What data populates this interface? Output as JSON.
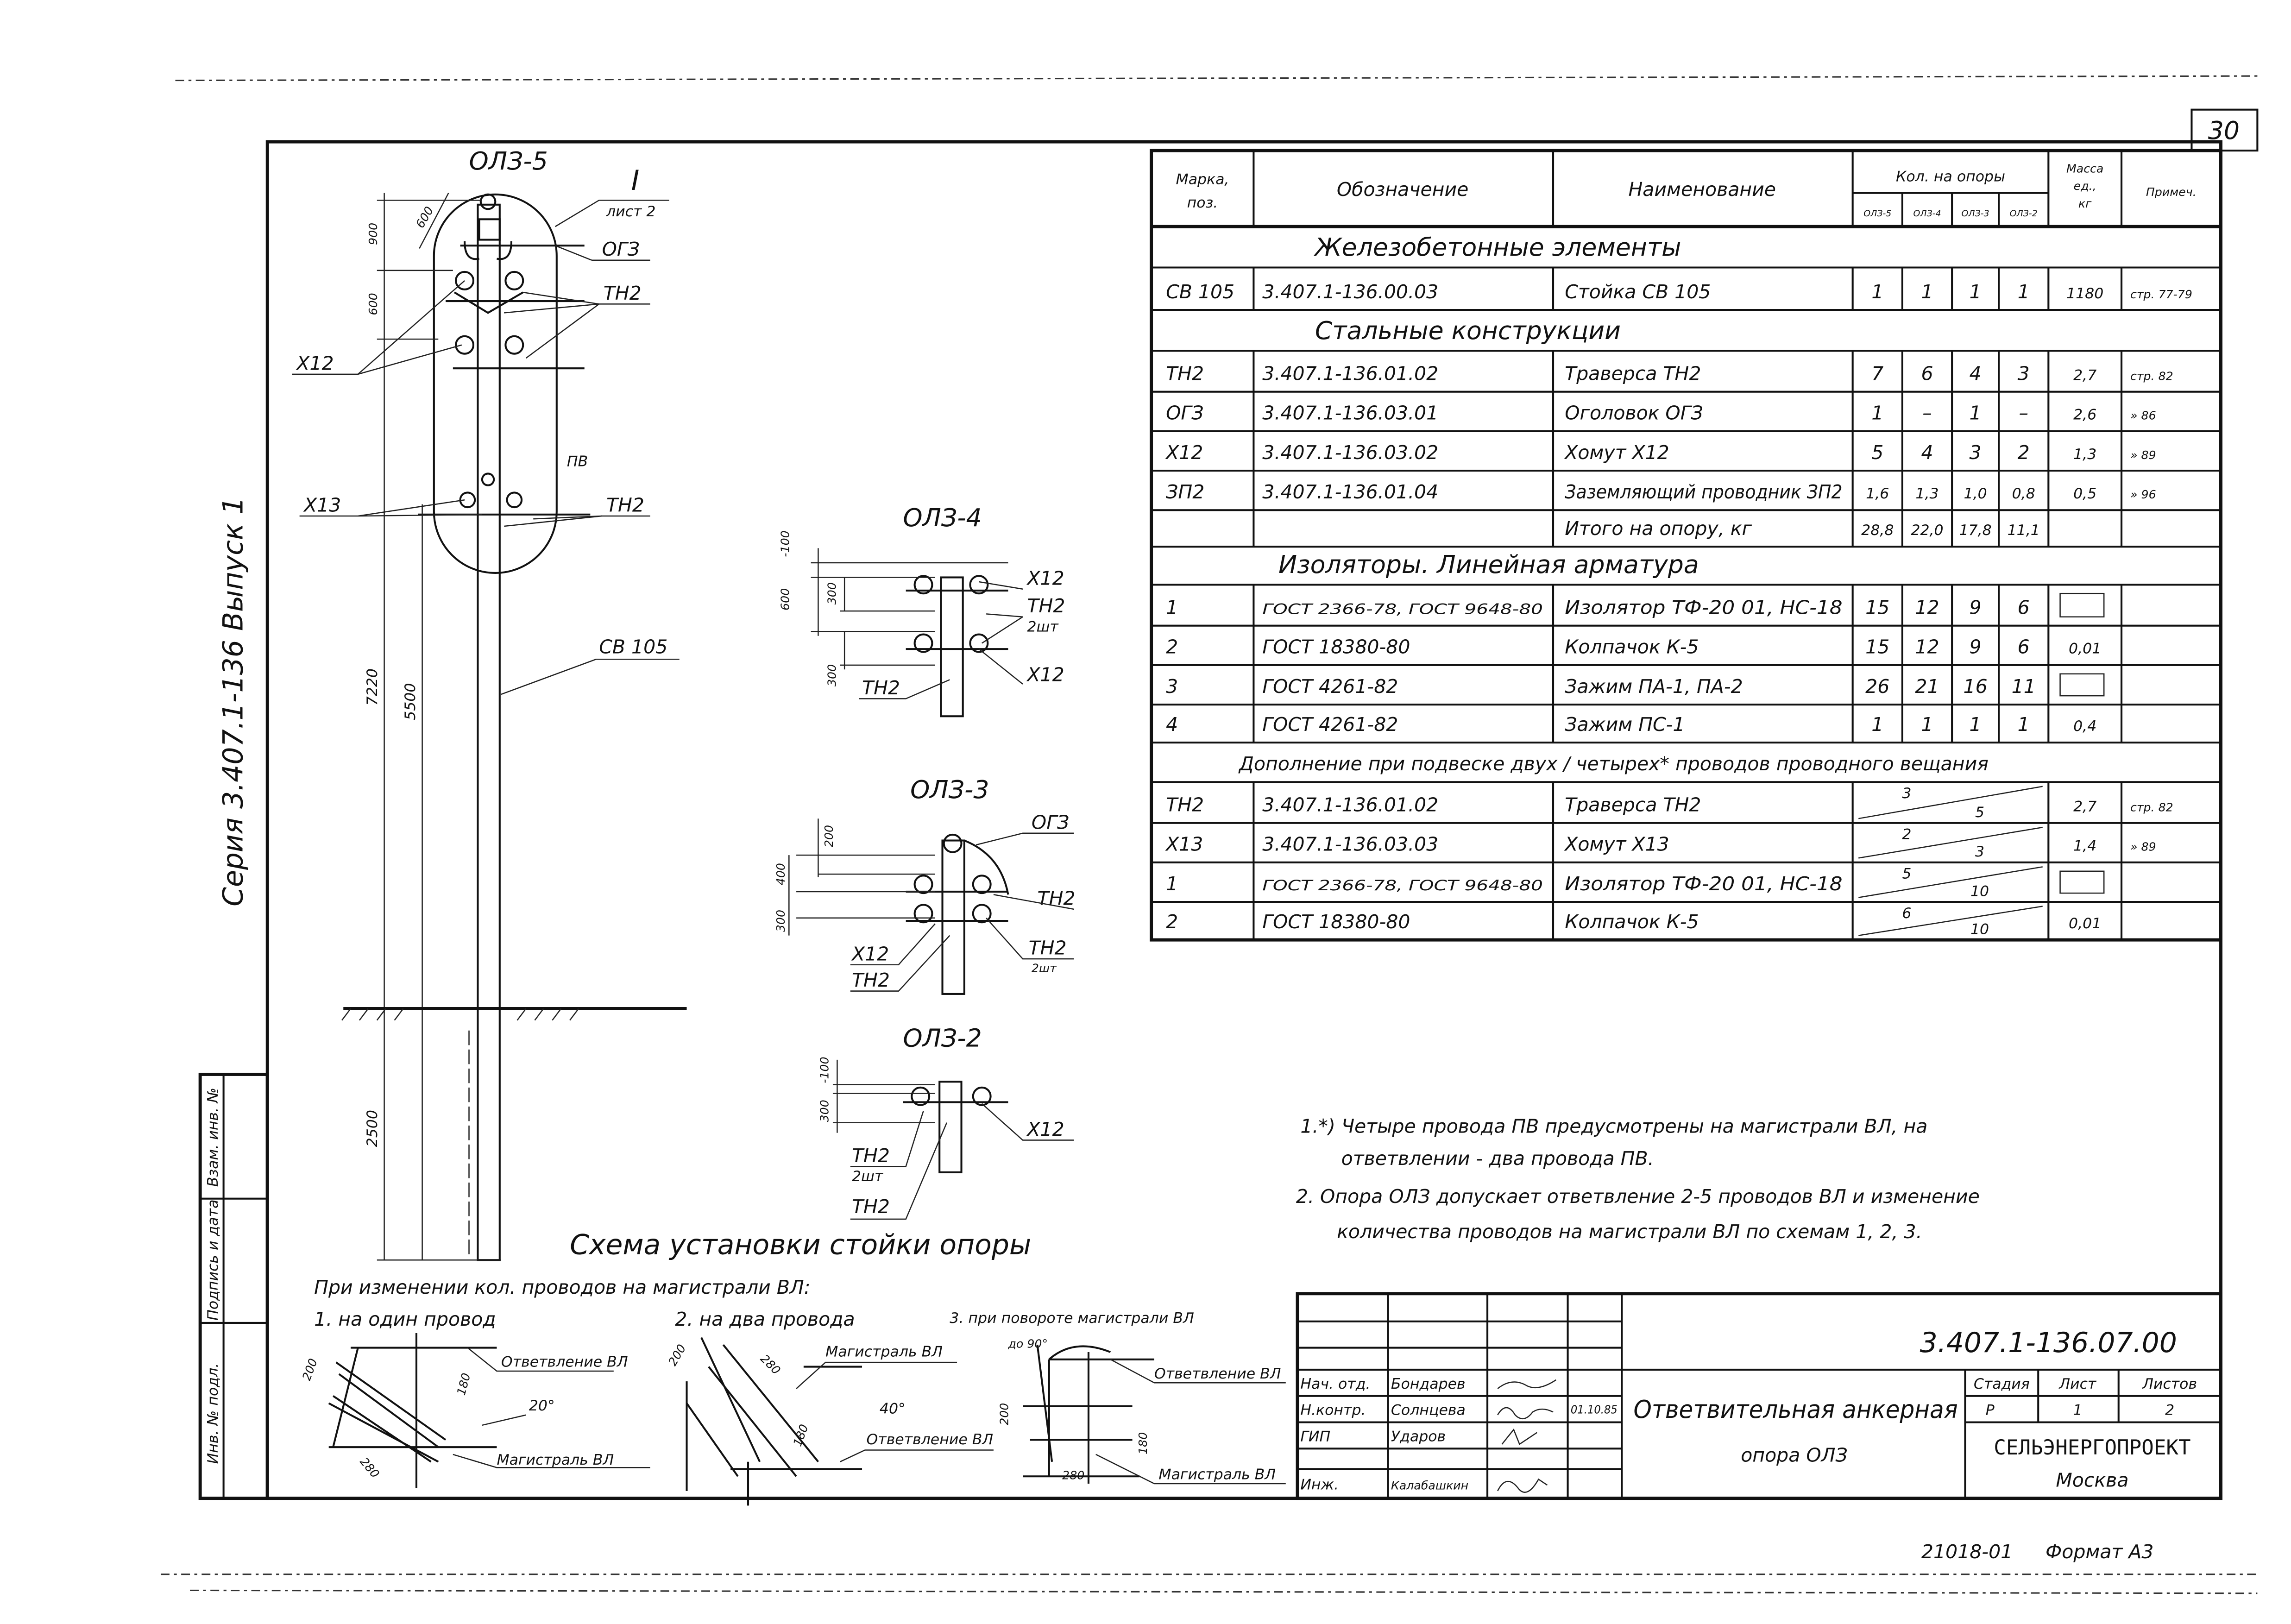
{
  "sheet_number": "30",
  "series_label": "Серия 3.407.1-136 Выпуск 1",
  "stamp_column": [
    "Инв. № подл.",
    "Подпись и дата",
    "Взам. инв. №"
  ],
  "main_pole": {
    "title": "ОЛЗ-5",
    "detail_ref": "I",
    "detail_sheet": "лист 2",
    "labels": {
      "head": "ОГЗ",
      "crossarm_top": "ТН2",
      "clamp_top": "Х12",
      "pv": "ПВ",
      "clamp_low": "Х13",
      "crossarm_low": "ТН2",
      "pole": "СВ 105"
    },
    "dims": {
      "d900": "900",
      "d600": "600",
      "d600_diag": "600",
      "d7220": "7220",
      "d5500": "5500",
      "d2500": "2500"
    }
  },
  "pole_4": {
    "title": "ОЛЗ-4",
    "labels": [
      "Х12",
      "ТН2",
      "2шт",
      "Х12",
      "ТН2"
    ],
    "dims": [
      "-100",
      "600",
      "300",
      "300"
    ]
  },
  "pole_3": {
    "title": "ОЛЗ-3",
    "labels": [
      "ОГЗ",
      "ТН2",
      "ТН2",
      "2шт",
      "Х12",
      "ТН2"
    ],
    "dims": [
      "200",
      "400",
      "300"
    ]
  },
  "pole_2": {
    "title": "ОЛЗ-2",
    "labels": [
      "Х12",
      "ТН2",
      "2шт",
      "ТН2"
    ],
    "dims": [
      "-100",
      "300"
    ]
  },
  "spec_table": {
    "header": {
      "mark": [
        "Марка,",
        "поз."
      ],
      "designation": "Обозначение",
      "name": "Наименование",
      "qty": "Кол. на опоры",
      "qty_cols": [
        "ОЛЗ-5",
        "ОЛЗ-4",
        "ОЛЗ-3",
        "ОЛЗ-2"
      ],
      "mass": [
        "Масса",
        "ед.,",
        "кг"
      ],
      "note": "Примеч."
    },
    "rows": [
      {
        "section": "Железобетонные элементы"
      },
      {
        "mark": "СВ 105",
        "designation": "3.407.1-136.00.03",
        "name": "Стойка СВ 105",
        "qty": [
          "1",
          "1",
          "1",
          "1"
        ],
        "mass": "1180",
        "note": "стр. 77-79"
      },
      {
        "section": "Стальные конструкции"
      },
      {
        "mark": "ТН2",
        "designation": "3.407.1-136.01.02",
        "name": "Траверса ТН2",
        "qty": [
          "7",
          "6",
          "4",
          "3"
        ],
        "mass": "2,7",
        "note": "стр. 82"
      },
      {
        "mark": "ОГЗ",
        "designation": "3.407.1-136.03.01",
        "name": "Оголовок ОГЗ",
        "qty": [
          "1",
          "–",
          "1",
          "–"
        ],
        "mass": "2,6",
        "note": "» 86"
      },
      {
        "mark": "Х12",
        "designation": "3.407.1-136.03.02",
        "name": "Хомут Х12",
        "qty": [
          "5",
          "4",
          "3",
          "2"
        ],
        "mass": "1,3",
        "note": "» 89"
      },
      {
        "mark": "ЗП2",
        "designation": "3.407.1-136.01.04",
        "name": "Заземляющий проводник ЗП2",
        "qty": [
          "1,6",
          "1,3",
          "1,0",
          "0,8"
        ],
        "mass": "0,5",
        "note": "» 96"
      },
      {
        "mark": "",
        "designation": "",
        "name": "Итого на опору, кг",
        "qty": [
          "28,8",
          "22,0",
          "17,8",
          "11,1"
        ],
        "mass": "",
        "note": ""
      },
      {
        "section": "Изоляторы. Линейная арматура"
      },
      {
        "mark": "1",
        "designation": "ГОСТ 2366-78, ГОСТ 9648-80",
        "name": "Изолятор ТФ-20 01, НС-18",
        "qty": [
          "15",
          "12",
          "9",
          "6"
        ],
        "mass_box": true,
        "note": ""
      },
      {
        "mark": "2",
        "designation": "ГОСТ 18380-80",
        "name": "Колпачок К-5",
        "qty": [
          "15",
          "12",
          "9",
          "6"
        ],
        "mass": "0,01",
        "note": ""
      },
      {
        "mark": "3",
        "designation": "ГОСТ 4261-82",
        "name": "Зажим ПА-1, ПА-2",
        "qty": [
          "26",
          "21",
          "16",
          "11"
        ],
        "mass_box": true,
        "note": ""
      },
      {
        "mark": "4",
        "designation": "ГОСТ 4261-82",
        "name": "Зажим ПС-1",
        "qty": [
          "1",
          "1",
          "1",
          "1"
        ],
        "mass": "0,4",
        "note": ""
      },
      {
        "section": "Дополнение при подвеске двух / четырех* проводов проводного вещания"
      },
      {
        "mark": "ТН2",
        "designation": "3.407.1-136.01.02",
        "name": "Траверса ТН2",
        "qty_fraction": [
          "3",
          "5"
        ],
        "mass": "2,7",
        "note": "стр. 82"
      },
      {
        "mark": "Х13",
        "designation": "3.407.1-136.03.03",
        "name": "Хомут Х13",
        "qty_fraction": [
          "2",
          "3"
        ],
        "mass": "1,4",
        "note": "» 89"
      },
      {
        "mark": "1",
        "designation": "ГОСТ 2366-78, ГОСТ 9648-80",
        "name": "Изолятор ТФ-20 01, НС-18",
        "qty_fraction": [
          "5",
          "10"
        ],
        "mass_box": true,
        "note": ""
      },
      {
        "mark": "2",
        "designation": "ГОСТ 18380-80",
        "name": "Колпачок К-5",
        "qty_fraction": [
          "6",
          "10"
        ],
        "mass": "0,01",
        "note": ""
      }
    ]
  },
  "notes": [
    "1.*) Четыре провода ПВ предусмотрены на магистрали ВЛ, на",
    "ответвлении - два провода ПВ.",
    "2. Опора ОЛЗ допускает ответвление 2-5 проводов ВЛ и изменение",
    "количества проводов на магистрали ВЛ по схемам 1, 2, 3."
  ],
  "scheme": {
    "title": "Схема установки стойки опоры",
    "subtitle": "При изменении кол. проводов на магистрали ВЛ:",
    "case1": {
      "title": "1. на один провод",
      "branch": "Ответвление ВЛ",
      "main": "Магистраль ВЛ",
      "angle": "20°",
      "d200": "200",
      "d280": "280",
      "d180": "180"
    },
    "case2": {
      "title": "2. на два провода",
      "branch": "Ответвление ВЛ",
      "main": "Магистраль ВЛ",
      "angle": "40°",
      "d200": "200",
      "d280": "280",
      "d180": "180"
    },
    "case3": {
      "title": "3. при повороте магистрали ВЛ",
      "branch": "Ответвление ВЛ",
      "main": "Магистраль ВЛ",
      "angle": "до 90°",
      "d200": "200",
      "d280": "280",
      "d180": "180"
    }
  },
  "title_block": {
    "doc_number": "3.407.1-136.07.00",
    "roles": [
      {
        "role": "Нач. отд.",
        "name": "Бондарев",
        "date": ""
      },
      {
        "role": "Н.контр.",
        "name": "Солнцева",
        "date": "01.10.85"
      },
      {
        "role": "ГИП",
        "name": "Ударов",
        "date": ""
      },
      {
        "role": "Инж.",
        "name": "Калабашкин",
        "date": ""
      }
    ],
    "title_line1": "Ответвительная анкерная",
    "title_line2": "опора ОЛЗ",
    "stage_label": "Стадия",
    "sheet_label": "Лист",
    "sheets_label": "Листов",
    "stage": "Р",
    "sheet": "1",
    "sheets": "2",
    "org": "СЕЛЬЭНЕРГОПРОЕКТ",
    "city": "Москва"
  },
  "footer": {
    "code": "21018-01",
    "format": "Формат А3"
  }
}
